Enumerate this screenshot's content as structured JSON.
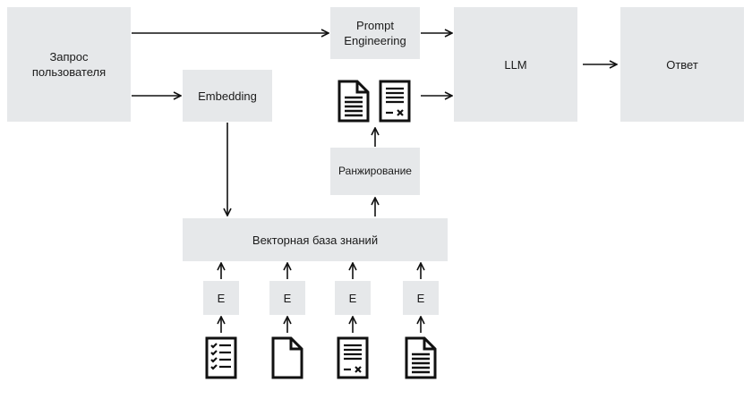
{
  "nodes": {
    "user_query": "Запрос\nпользователя",
    "prompt_engineering": "Prompt\nEngineering",
    "llm": "LLM",
    "answer": "Ответ",
    "embedding": "Embedding",
    "ranking": "Ранжирование",
    "vector_db": "Векторная база знаний",
    "encoders": [
      "E",
      "E",
      "E",
      "E"
    ]
  },
  "icons": {
    "retrieved_docs": [
      "text-document-icon",
      "signed-document-icon"
    ],
    "source_docs": [
      "checklist-document-icon",
      "blank-document-icon",
      "signed-document-icon",
      "text-document-icon"
    ]
  },
  "colors": {
    "box_fill": "#e6e8ea",
    "stroke": "#111111"
  }
}
